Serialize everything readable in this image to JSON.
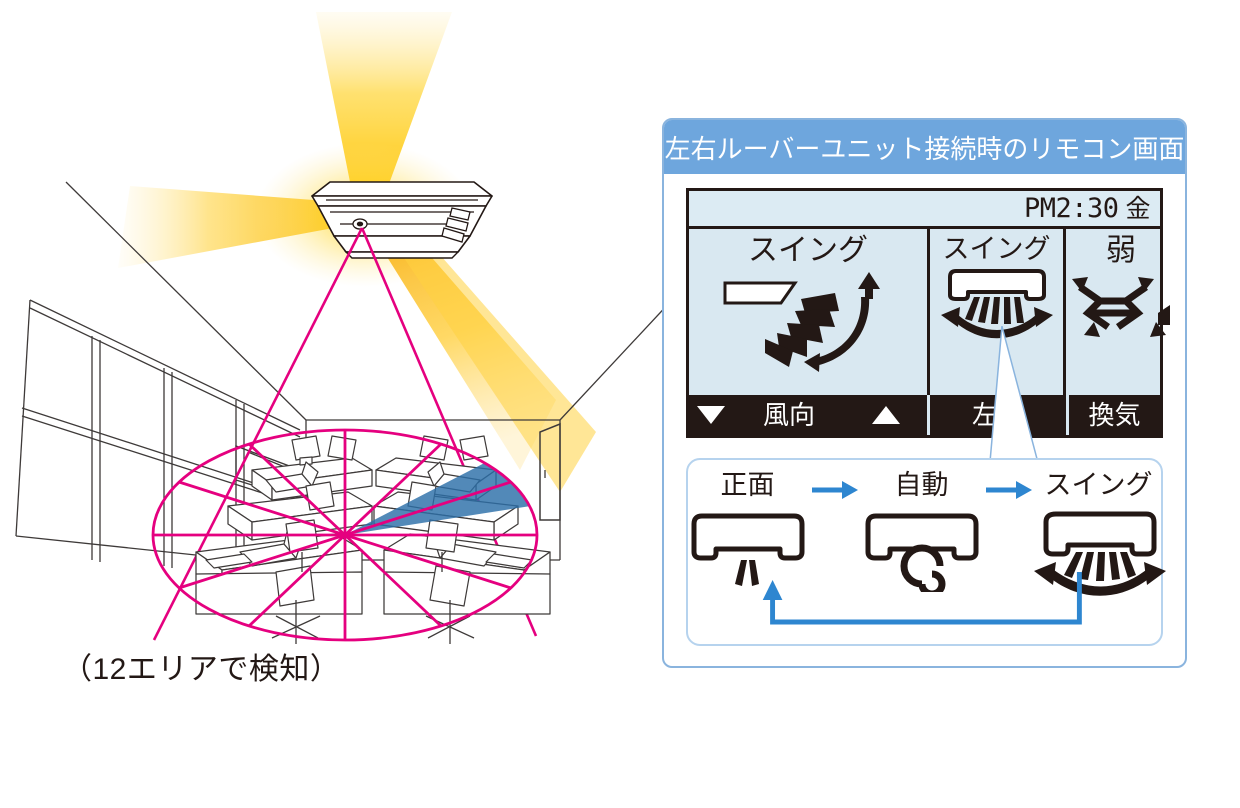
{
  "illustration": {
    "caption": "（12エリアで検知）",
    "detection_areas": 12,
    "sensor_name": "ceiling-cassette-unit",
    "highlight_sector_color": "#2C6FA8",
    "area_line_color": "#E5007F",
    "airflow_color": "#FBBA00",
    "linework_color": "#3E3A39"
  },
  "panel": {
    "header_title": "左右ルーバーユニット接続時のリモコン画面",
    "header_bg": "#6EA6DD",
    "border_color": "#8AB4DE"
  },
  "lcd": {
    "bg": "#D9E8F1",
    "ink": "#231815",
    "status": {
      "meridiem": "PM",
      "time": "2:30",
      "clock": "PM2:30",
      "day_of_week": "金"
    },
    "cells": [
      {
        "label": "スイング",
        "icon": "vertical-swing-icon"
      },
      {
        "label": "スイング",
        "icon": "horizontal-swing-icon"
      },
      {
        "label": "弱",
        "icon": "ventilation-icon"
      }
    ],
    "softkeys": [
      {
        "label": "▼",
        "icon": "triangle-down-icon",
        "name": "softkey-down"
      },
      {
        "label": "風向",
        "icon": "",
        "name": "softkey-airflow-direction"
      },
      {
        "label": "▲",
        "icon": "triangle-up-icon",
        "name": "softkey-up"
      },
      {
        "label": "左右",
        "icon": "",
        "name": "softkey-left-right"
      },
      {
        "label": "換気",
        "icon": "",
        "name": "softkey-ventilation"
      }
    ]
  },
  "sequence": {
    "arrow_color": "#2E86D0",
    "steps": [
      {
        "label": "正面",
        "icon": "louver-front-icon"
      },
      {
        "label": "自動",
        "icon": "louver-auto-icon"
      },
      {
        "label": "スイング",
        "icon": "louver-swing-icon"
      }
    ],
    "arrows": [
      "→",
      "→"
    ]
  }
}
